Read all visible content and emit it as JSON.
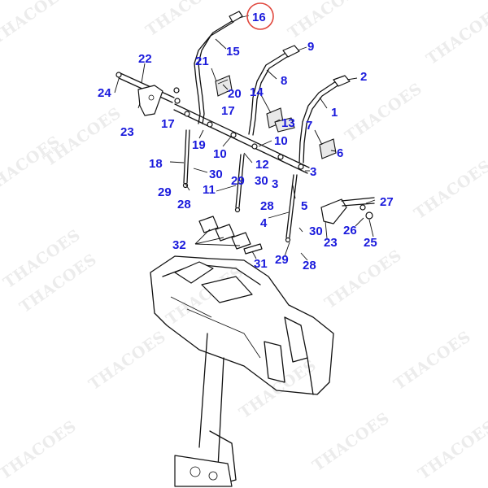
{
  "watermark": "THACOES",
  "highlight_color": "#e0463c",
  "label_color": "#1a1adc",
  "highlighted_callout": "16",
  "callouts": [
    "16",
    "9",
    "22",
    "15",
    "2",
    "21",
    "8",
    "24",
    "20",
    "14",
    "17",
    "13",
    "1",
    "23",
    "17",
    "7",
    "19",
    "10",
    "10",
    "6",
    "12",
    "18",
    "30",
    "3",
    "29",
    "30",
    "3",
    "29",
    "11",
    "27",
    "28",
    "5",
    "28",
    "4",
    "26",
    "23",
    "25",
    "32",
    "30",
    "31",
    "29",
    "28"
  ]
}
